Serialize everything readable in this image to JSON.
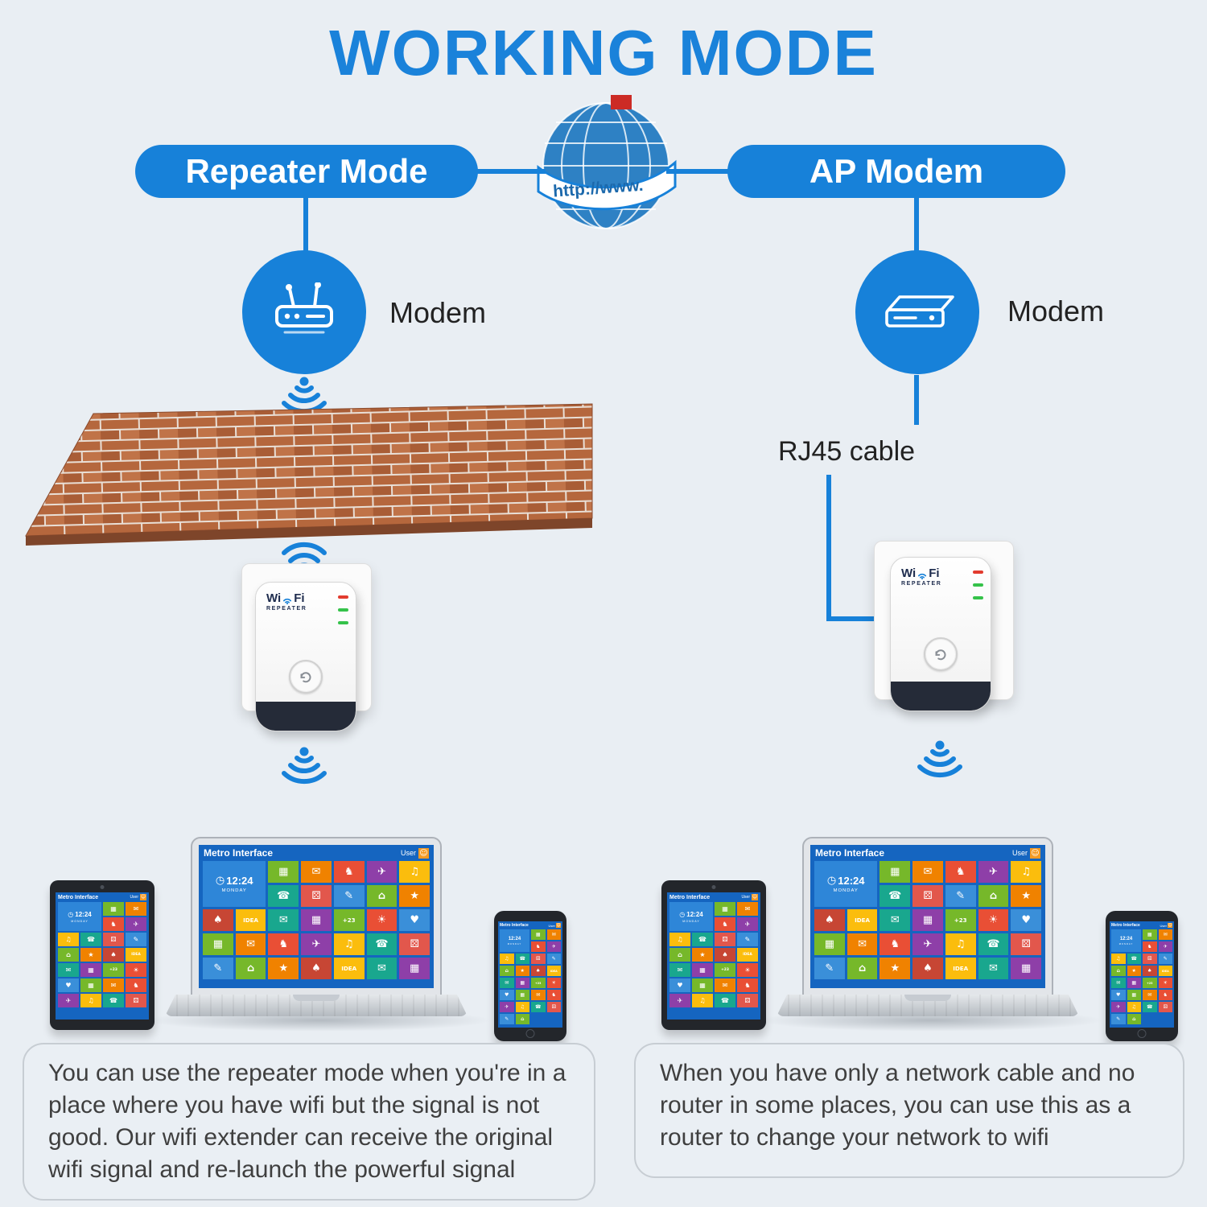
{
  "title": "WORKING MODE",
  "globe": {
    "banner": "http://www."
  },
  "left": {
    "mode": "Repeater Mode",
    "modem_label": "Modem",
    "description": "You can use the repeater mode when you're in a place where you have wifi but the signal is not good. Our wifi extender can receive the original wifi signal and re-launch the powerful signal"
  },
  "right": {
    "mode": "AP Modem",
    "modem_label": "Modem",
    "cable_label": "RJ45 cable",
    "description": "When you have only a network cable and no router in some places, you can use this as a router to change your network to wifi"
  },
  "repeater": {
    "brand_wi": "Wi",
    "brand_fi": "Fi",
    "brand_sub": "REPEATER"
  },
  "screen": {
    "title": "Metro Interface",
    "user": "User",
    "time": "12:24",
    "day": "MONDAY",
    "tiles": [
      {
        "c": "#76b82a",
        "g": "▦"
      },
      {
        "c": "#f08200",
        "g": "✉"
      },
      {
        "c": "#e94f35",
        "g": "♞"
      },
      {
        "c": "#8e3fa8",
        "g": "✈"
      },
      {
        "c": "#fbbd0d",
        "g": "♫"
      },
      {
        "c": "#19a78e",
        "g": "☎"
      },
      {
        "c": "#e2574c",
        "g": "⚄"
      },
      {
        "c": "#3a8fd9",
        "g": "✎"
      },
      {
        "c": "#76b82a",
        "g": "⌂"
      },
      {
        "c": "#f08200",
        "g": "★"
      },
      {
        "c": "#c74634",
        "g": "♠"
      },
      {
        "c": "#fbbd0d",
        "g": "IDEA"
      },
      {
        "c": "#19a78e",
        "g": "✉"
      },
      {
        "c": "#8e3fa8",
        "g": "▦"
      },
      {
        "c": "#76b82a",
        "g": "+23"
      },
      {
        "c": "#e94f35",
        "g": "☀"
      },
      {
        "c": "#3a8fd9",
        "g": "♥"
      }
    ]
  },
  "colors": {
    "accent": "#1781d9",
    "title": "#1a82da",
    "screen_background": "#1565c0",
    "brick": "#b5673d",
    "led_red": "#e23b2e",
    "led_green": "#35c24a"
  }
}
